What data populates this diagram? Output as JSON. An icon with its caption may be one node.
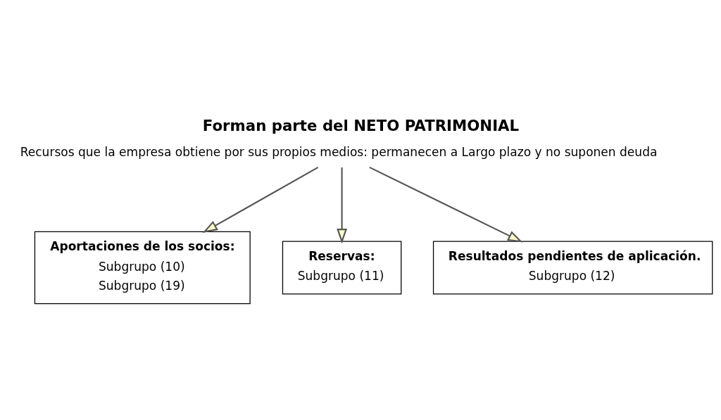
{
  "diagram": {
    "title": "Forman parte del NETO PATRIMONIAL",
    "nodes": [
      {
        "text": [
          "Recursos que la empresa obtiene por sus propios medios: permanecen a Largo plazo y no suponen deuda"
        ]
      },
      {
        "text": [
          "Aportaciones de los socios:",
          "Subgrupo (10)",
          "Subgrupo (19)"
        ]
      },
      {
        "text": [
          "Reservas:",
          "Subgrupo (11)"
        ]
      },
      {
        "text": [
          "Resultados pendientes de aplicación.",
          "Subgrupo (12)"
        ]
      }
    ],
    "edges": [
      {
        "from": 0,
        "to": 1,
        "arrow": "to"
      },
      {
        "from": 0,
        "to": 2,
        "arrow": "to"
      },
      {
        "from": 0,
        "to": 3,
        "arrow": "to"
      }
    ]
  }
}
